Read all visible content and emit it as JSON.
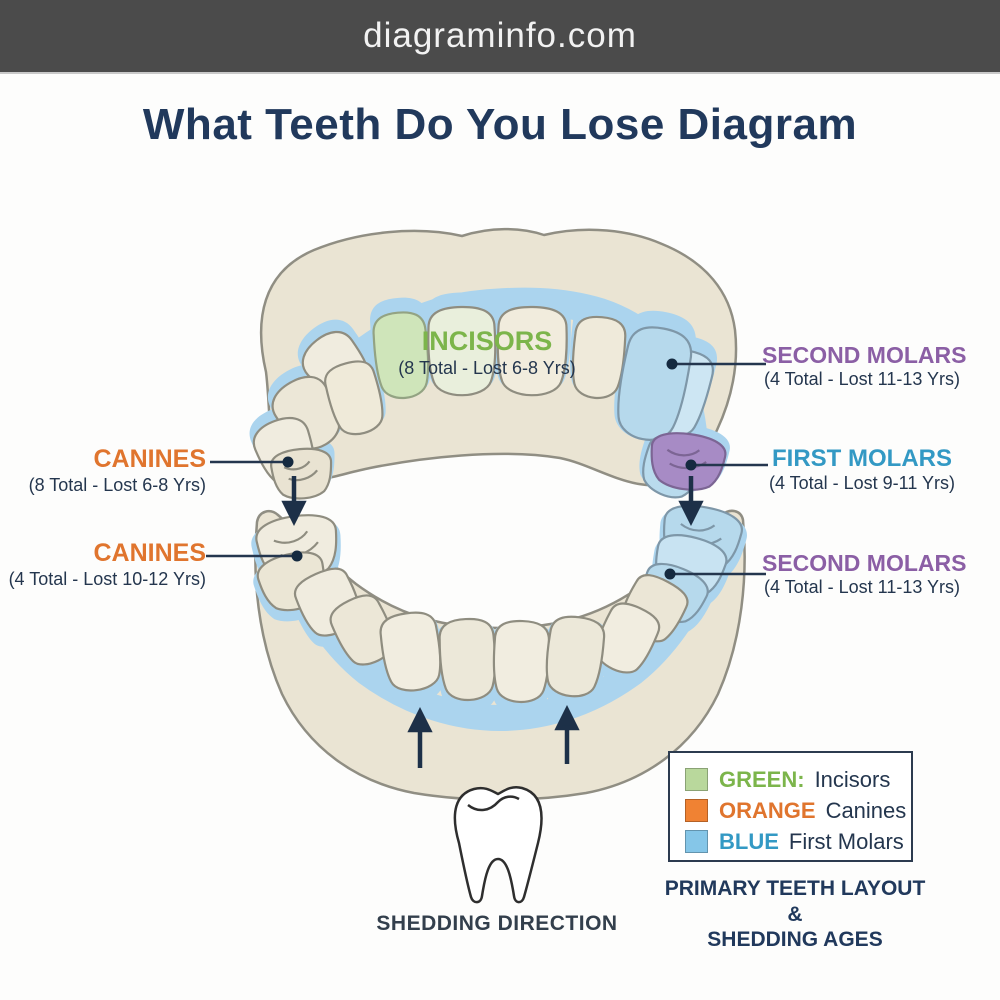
{
  "banner": {
    "site": "diagraminfo.com"
  },
  "title": "What Teeth Do You Lose Diagram",
  "labels": {
    "incisors": {
      "name": "INCISORS",
      "detail": "(8 Total - Lost 6-8 Yrs)",
      "color": "#7cb54b"
    },
    "canines_upper": {
      "name": "CANINES",
      "detail": "(8 Total - Lost 6-8 Yrs)",
      "color": "#e0752e"
    },
    "canines_lower": {
      "name": "CANINES",
      "detail": "(4 Total - Lost 10-12 Yrs)",
      "color": "#e0752e"
    },
    "second_molars_upper": {
      "name": "SECOND MOLARS",
      "detail": "(4 Total - Lost 11-13 Yrs)",
      "color": "#8b5fa5"
    },
    "first_molars": {
      "name": "FIRST MOLARS",
      "detail": "(4 Total - Lost 9-11 Yrs)",
      "color": "#3399c4"
    },
    "second_molars_lower": {
      "name": "SECOND MOLARS",
      "detail": "(4 Total - Lost 11-13 Yrs)",
      "color": "#8b5fa5"
    }
  },
  "legend": {
    "items": [
      {
        "color_word": "GREEN:",
        "tooth_type": "Incisors",
        "swatch": "#b9d89c",
        "word_color": "#7cb54b"
      },
      {
        "color_word": "ORANGE",
        "tooth_type": "Canines",
        "swatch": "#f08233",
        "word_color": "#e0752e"
      },
      {
        "color_word": "BLUE",
        "tooth_type": "First Molars",
        "swatch": "#85c6e8",
        "word_color": "#3399c4"
      }
    ]
  },
  "caption": {
    "line1": "PRIMARY TEETH LAYOUT &",
    "line2": "SHEDDING AGES"
  },
  "shedding_direction_label": "SHEDDING DIRECTION",
  "palette": {
    "navy_text": "#21395c",
    "detail_text": "#24364e",
    "connector_navy": "#1b2f49",
    "banner_bg": "#4b4b4b",
    "gum_beige": "#eae4d3",
    "gumline_blue": "#abd4ee",
    "tooth_cream": "#f1ede0",
    "tooth_green": "#cfe5ba",
    "tooth_blue": "#b6d9ec",
    "tooth_purple": "#a78bc5"
  }
}
